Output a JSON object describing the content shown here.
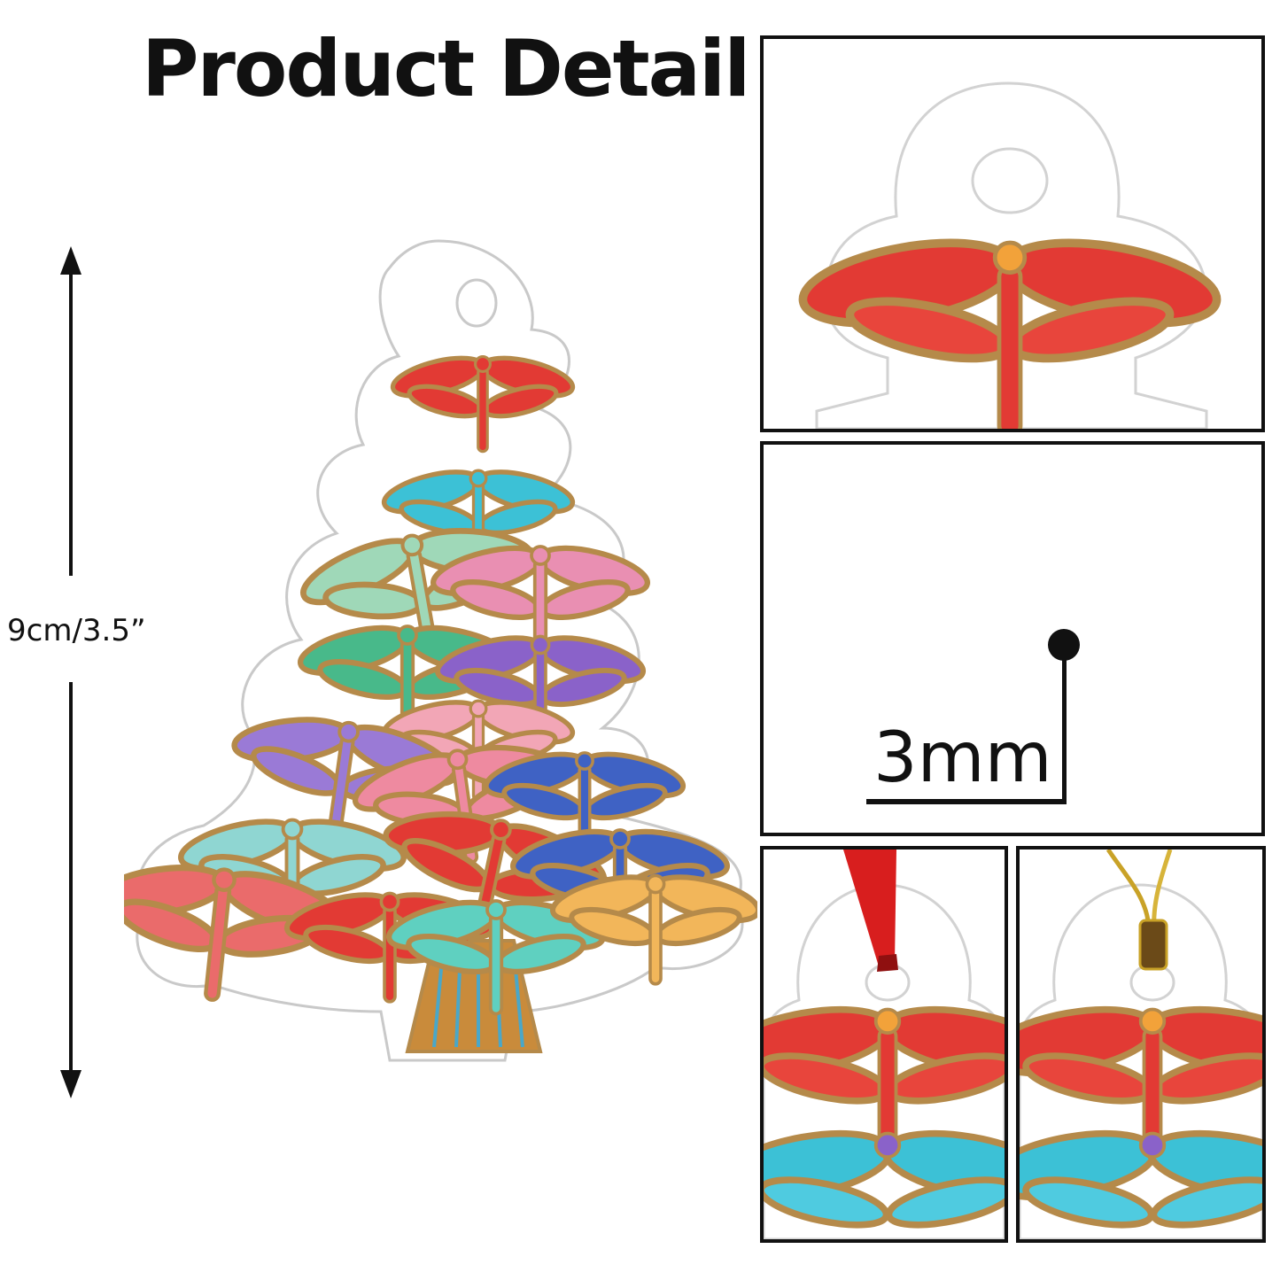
{
  "title": "Product Detail",
  "dimension": {
    "size_label": "9cm/3.5”"
  },
  "thickness": {
    "label": "3mm"
  },
  "icons": {
    "main_product": "dragonfly-tree-ornament",
    "detail_top": "dragonfly-closeup",
    "ribbon_red": "red-ribbon-hanger",
    "ribbon_gold": "gold-string-hanger"
  },
  "colors": {
    "text": "#111111",
    "dragonfly_red": "#e23a34",
    "dragonfly_cyan": "#3cc1d6",
    "dragonfly_purple": "#8a62c9",
    "dragonfly_pink": "#e98fb2",
    "dragonfly_mint": "#9fd8b8",
    "dragonfly_blue": "#3f62c4",
    "gold_outline": "#b58a4a",
    "acrylic_edge": "#c9c9c9",
    "ribbon_red": "#d81e1e",
    "ribbon_gold": "#c9a227"
  }
}
